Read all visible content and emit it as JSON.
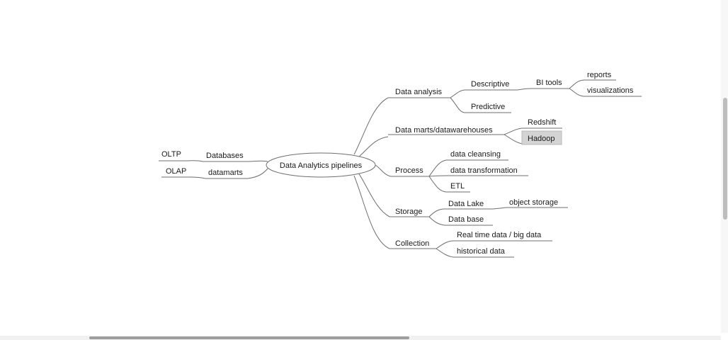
{
  "mindmap": {
    "root": "Data Analytics pipelines",
    "left": [
      {
        "label": "Databases",
        "children": [
          "OLTP"
        ]
      },
      {
        "label": "datamarts",
        "children": [
          "OLAP"
        ]
      }
    ],
    "right": [
      {
        "label": "Data analysis",
        "children": [
          {
            "label": "Descriptive",
            "children": [
              {
                "label": "BI tools",
                "children": [
                  "reports",
                  "visualizations"
                ]
              }
            ]
          },
          {
            "label": "Predictive",
            "children": []
          }
        ]
      },
      {
        "label": "Data marts/datawarehouses",
        "children": [
          "Redshift",
          "Hadoop"
        ]
      },
      {
        "label": "Process",
        "children": [
          "data cleansing",
          "data transformation",
          "ETL"
        ]
      },
      {
        "label": "Storage",
        "children": [
          {
            "label": "Data Lake",
            "children": [
              "object storage"
            ]
          },
          {
            "label": "Data base",
            "children": []
          }
        ]
      },
      {
        "label": "Collection",
        "children": [
          "Real time data / big data",
          "historical data"
        ]
      }
    ],
    "selected": "Hadoop"
  },
  "colors": {
    "line": "#6e6e6e",
    "text": "#1a1a1a",
    "selected_fill": "#d4d4d4"
  }
}
